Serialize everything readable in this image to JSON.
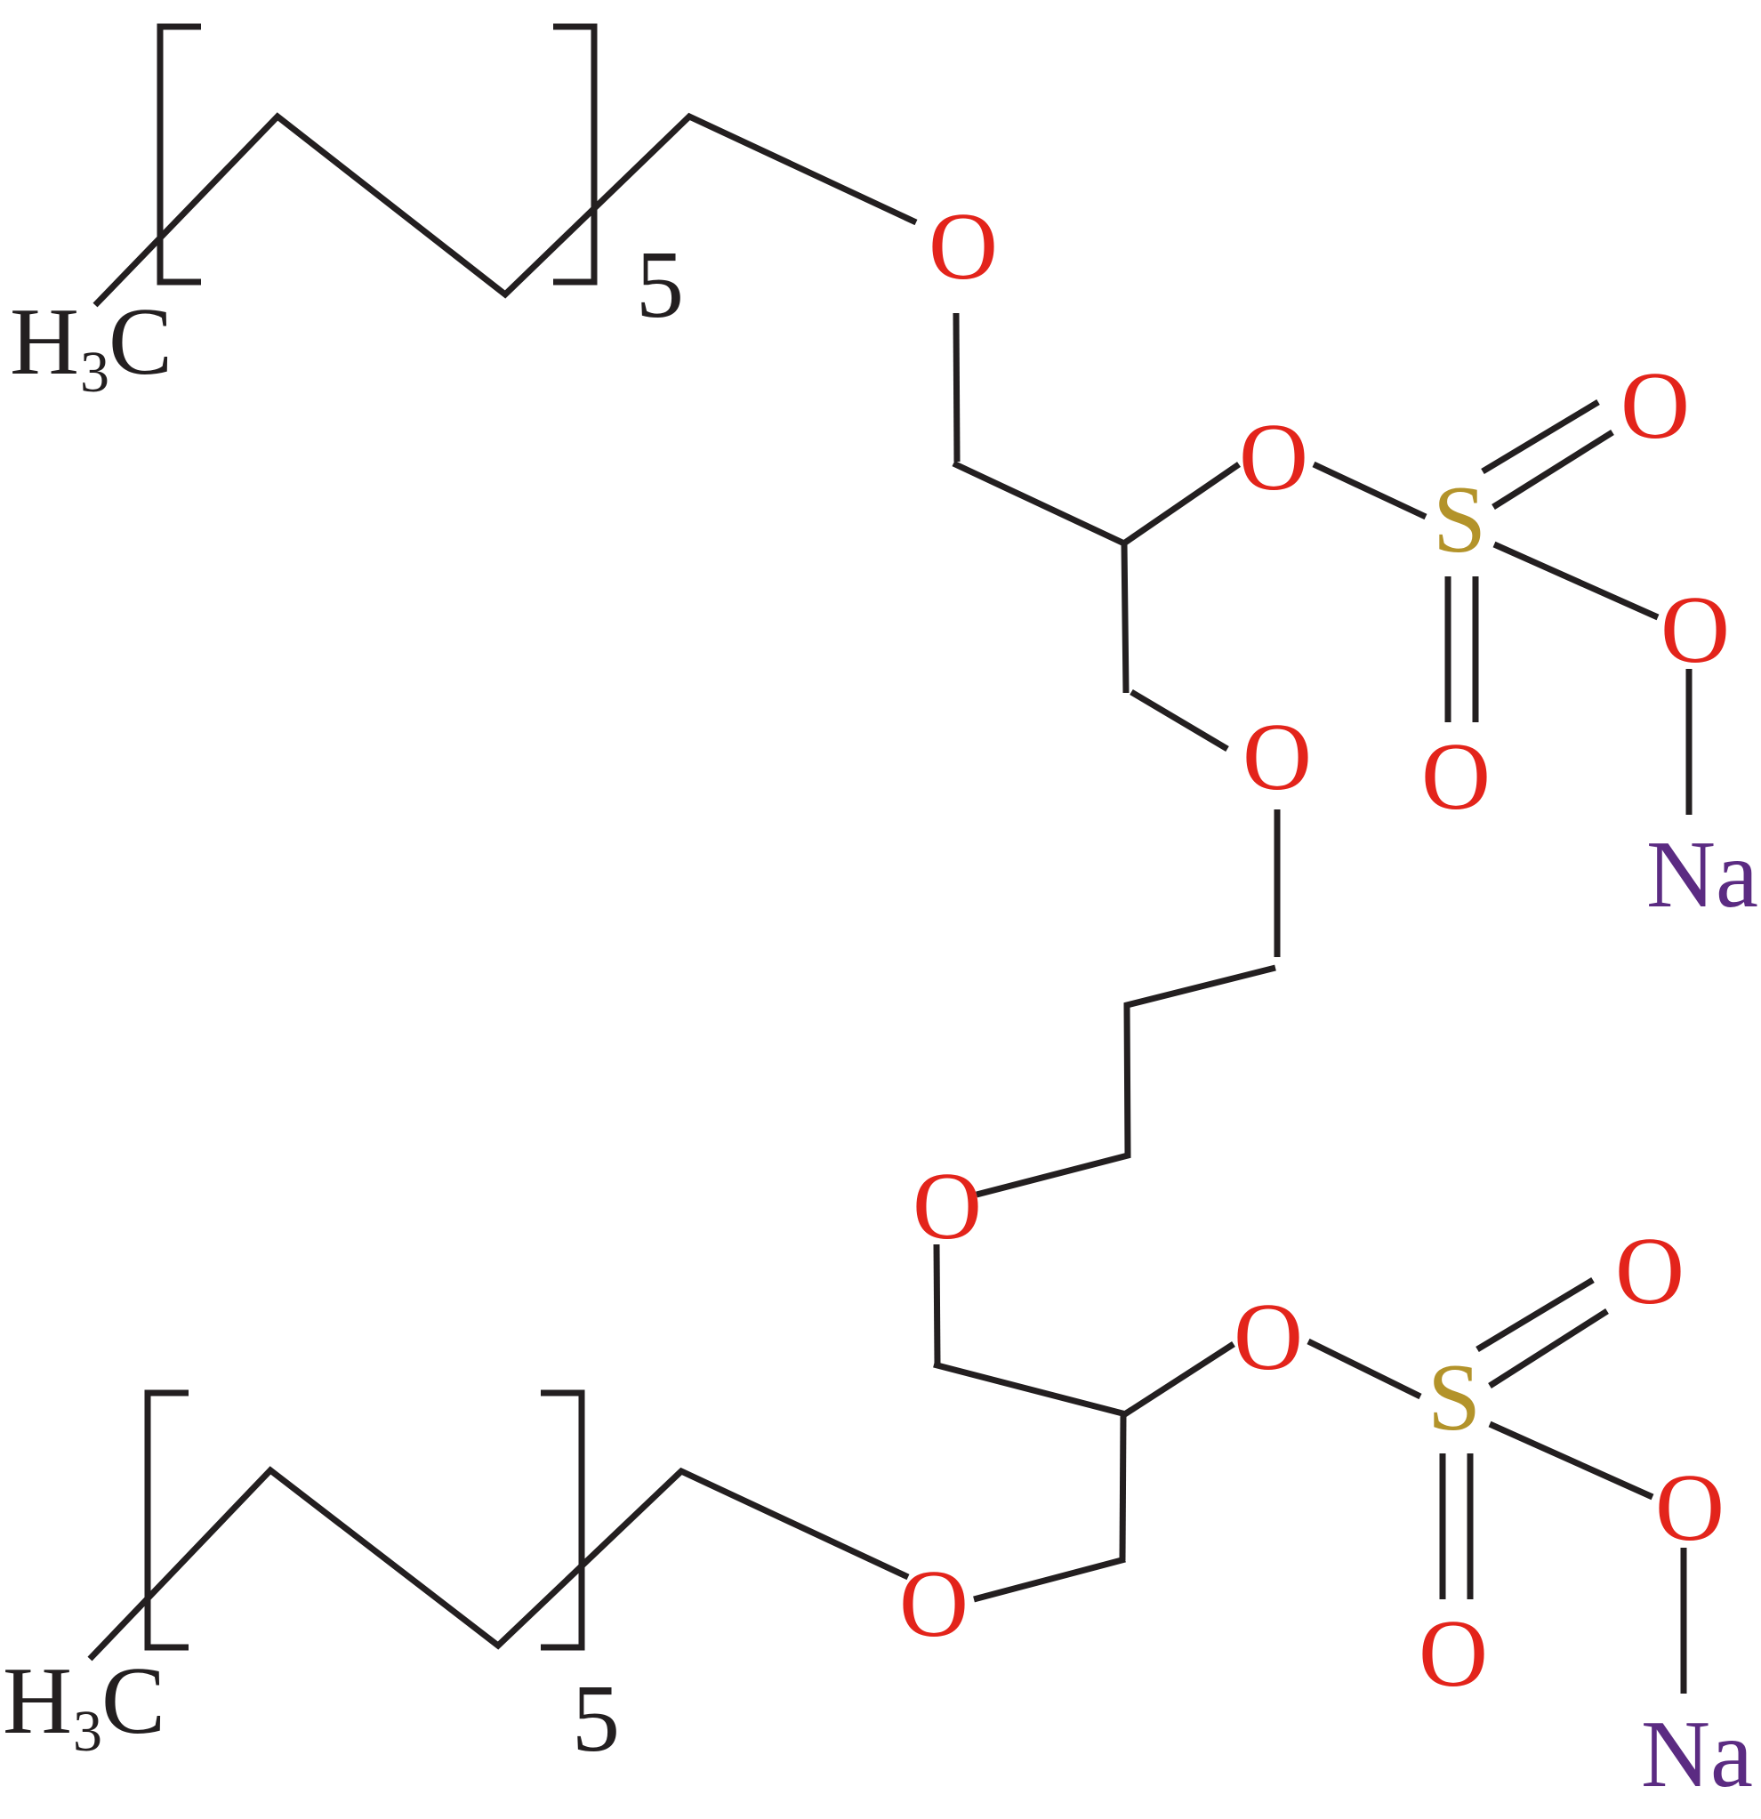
{
  "molecule": {
    "colors": {
      "carbon": "#231f20",
      "oxygen": "#e3241b",
      "sulfur": "#b3932a",
      "sodium": "#5b2b82",
      "bond": "#231f20"
    },
    "labels": {
      "methyl_top_main": "H",
      "methyl_top_sub": "3",
      "methyl_top_tail": "C",
      "methyl_bottom_main": "H",
      "methyl_bottom_sub": "3",
      "methyl_bottom_tail": "C",
      "repeat_top": "5",
      "repeat_bottom": "5",
      "o_ether_top": "O",
      "o_ester_top": "O",
      "s_top": "S",
      "o_double1_top": "O",
      "o_double2_top": "O",
      "o_single_top": "O",
      "na_top": "Na",
      "o_middle_upper": "O",
      "o_middle_lower": "O",
      "o_ester_bottom": "O",
      "s_bottom": "S",
      "o_double1_bottom": "O",
      "o_double2_bottom": "O",
      "o_single_bottom": "O",
      "na_bottom": "Na",
      "o_ether_bottom": "O"
    }
  }
}
